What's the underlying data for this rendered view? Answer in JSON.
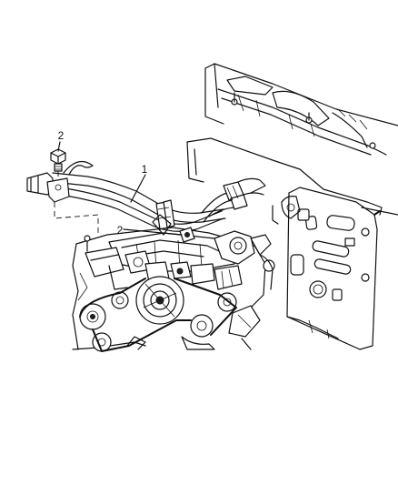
{
  "callouts": [
    {
      "id": "callout-1",
      "label": "1"
    },
    {
      "id": "callout-2-bolt",
      "label": "2"
    },
    {
      "id": "callout-2-clip",
      "label": "2"
    }
  ]
}
